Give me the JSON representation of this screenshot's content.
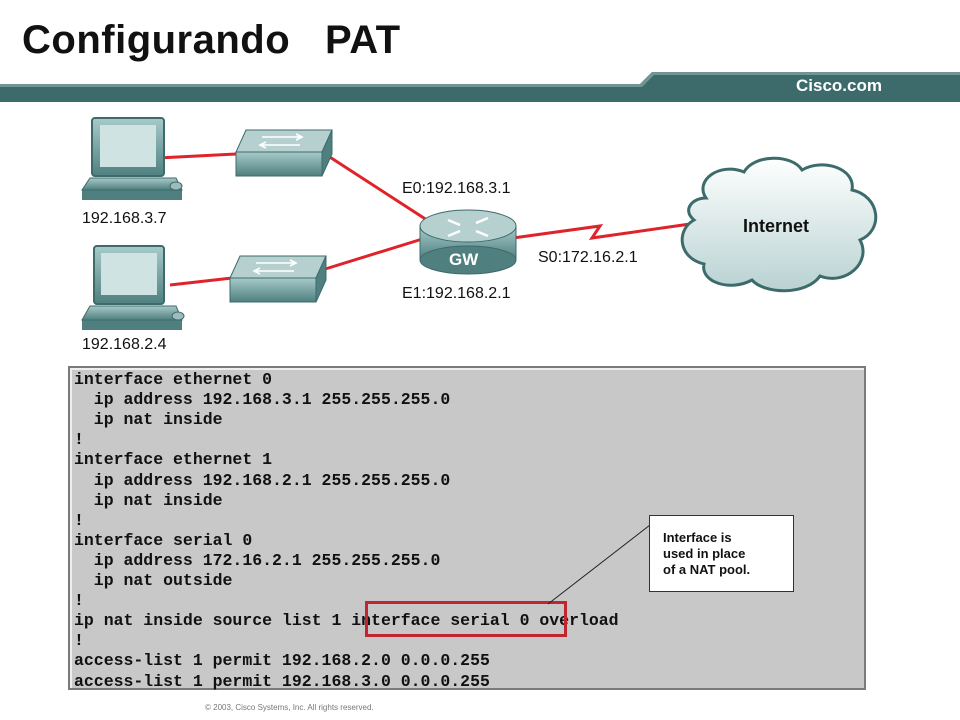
{
  "slide": {
    "title": "Configurando   PAT",
    "brand": "Cisco.com",
    "copyright": "© 2003, Cisco Systems, Inc. All rights reserved."
  },
  "colors": {
    "brand_bar": "#3d6b6b",
    "link": "#e0222a",
    "device": "#6e9c9c",
    "config_bg": "#c8c8c8",
    "highlight": "#c0262e"
  },
  "diagram": {
    "host_top": {
      "icon": "workstation-icon",
      "ip": "192.168.3.7"
    },
    "host_bottom": {
      "icon": "workstation-icon",
      "ip": "192.168.2.4"
    },
    "switch_top": {
      "icon": "switch-icon"
    },
    "switch_bottom": {
      "icon": "switch-icon"
    },
    "router": {
      "icon": "router-icon",
      "label": "GW"
    },
    "e0": "E0:192.168.3.1",
    "e1": "E1:192.168.2.1",
    "s0": "S0:172.16.2.1",
    "cloud": {
      "icon": "cloud-icon",
      "label": "Internet"
    }
  },
  "config": {
    "lines": [
      "interface ethernet 0",
      "  ip address 192.168.3.1 255.255.255.0",
      "  ip nat inside",
      "!",
      "interface ethernet 1",
      "  ip address 192.168.2.1 255.255.255.0",
      "  ip nat inside",
      "!",
      "interface serial 0",
      "  ip address 172.16.2.1 255.255.255.0",
      "  ip nat outside",
      "!",
      "ip nat inside source list 1 interface serial 0 overload",
      "!",
      "access-list 1 permit 192.168.2.0 0.0.0.255",
      "access-list 1 permit 192.168.3.0 0.0.0.255"
    ]
  },
  "callout": {
    "lines": [
      "Interface is",
      "used in place",
      "of a NAT pool."
    ]
  }
}
